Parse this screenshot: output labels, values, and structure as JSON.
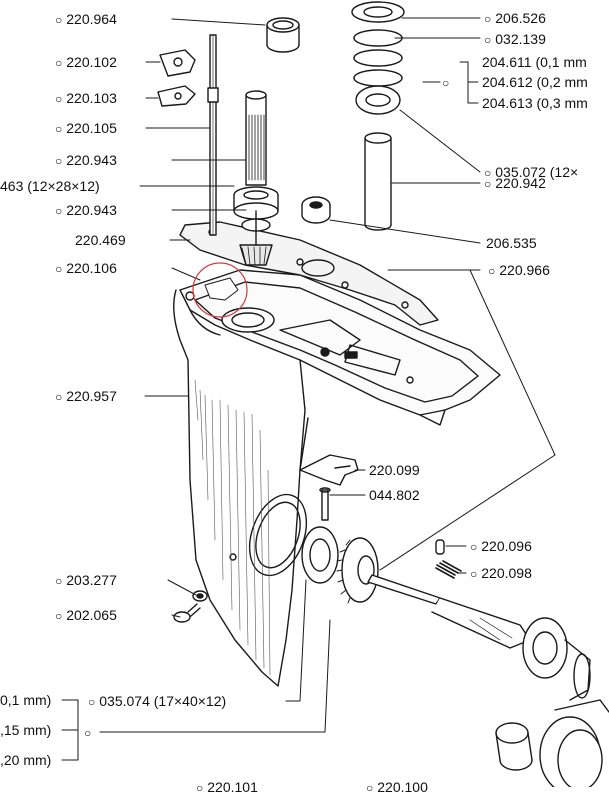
{
  "circle_marker": "○",
  "parts": [
    {
      "id": "p1",
      "text": "220.964",
      "marker": true
    },
    {
      "id": "p2",
      "text": "220.102",
      "marker": true
    },
    {
      "id": "p3",
      "text": "220.103",
      "marker": true
    },
    {
      "id": "p4",
      "text": "220.105",
      "marker": true
    },
    {
      "id": "p5",
      "text": "220.943",
      "marker": true
    },
    {
      "id": "p6",
      "text": "463 (12×28×12)",
      "marker": false
    },
    {
      "id": "p7",
      "text": "220.943",
      "marker": true
    },
    {
      "id": "p8",
      "text": "220.469",
      "marker": false
    },
    {
      "id": "p9",
      "text": "220.106",
      "marker": true
    },
    {
      "id": "p10",
      "text": "220.957",
      "marker": true
    },
    {
      "id": "p11",
      "text": "206.526",
      "marker": true
    },
    {
      "id": "p12",
      "text": "032.139",
      "marker": true
    },
    {
      "id": "p13",
      "text": "204.611 (0,1 mm",
      "marker": false
    },
    {
      "id": "p14",
      "text": "204.612 (0,2 mm",
      "marker": false
    },
    {
      "id": "p15",
      "text": "204.613 (0,3 mm",
      "marker": false
    },
    {
      "id": "p16",
      "text": "035.072 (12×",
      "marker": true
    },
    {
      "id": "p17",
      "text": "220.942",
      "marker": true
    },
    {
      "id": "p18",
      "text": "206.535",
      "marker": false
    },
    {
      "id": "p19",
      "text": "220.966",
      "marker": true
    },
    {
      "id": "p20",
      "text": "220.099",
      "marker": false
    },
    {
      "id": "p21",
      "text": "044.802",
      "marker": false
    },
    {
      "id": "p22",
      "text": "220.096",
      "marker": true
    },
    {
      "id": "p23",
      "text": "220.098",
      "marker": true
    },
    {
      "id": "p24",
      "text": "203.277",
      "marker": true
    },
    {
      "id": "p25",
      "text": "202.065",
      "marker": true
    },
    {
      "id": "p26",
      "text": "035.074 (17×40×12)",
      "marker": true
    },
    {
      "id": "p27",
      "text": "0,1 mm)",
      "marker": false
    },
    {
      "id": "p28",
      "text": ",15 mm)",
      "marker": false
    },
    {
      "id": "p29",
      "text": ",20 mm)",
      "marker": false
    },
    {
      "id": "p30",
      "text": "220.101",
      "marker": true
    },
    {
      "id": "p31",
      "text": "220.100",
      "marker": true
    }
  ]
}
